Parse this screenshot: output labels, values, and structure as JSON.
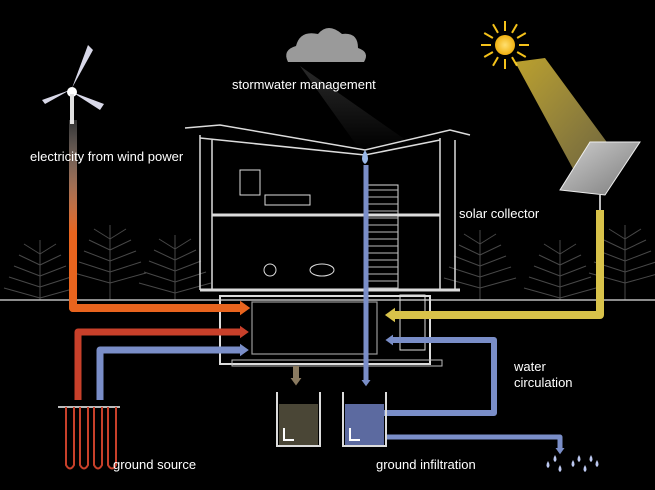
{
  "labels": {
    "stormwater": "stormwater management",
    "wind": "electricity from wind power",
    "solar": "solar collector",
    "water_circulation": "water circulation",
    "ground_source": "ground source",
    "ground_infiltration": "ground infiltration"
  },
  "colors": {
    "background": "#000000",
    "wind_flow": "#e8641e",
    "ground_heat_flow": "#c8402a",
    "cool_flow": "#7a8ec8",
    "solar_flow": "#d8c24a",
    "sun": "#f5c21a",
    "cloud": "#9a9a9a",
    "drain": "#8a7a60"
  }
}
